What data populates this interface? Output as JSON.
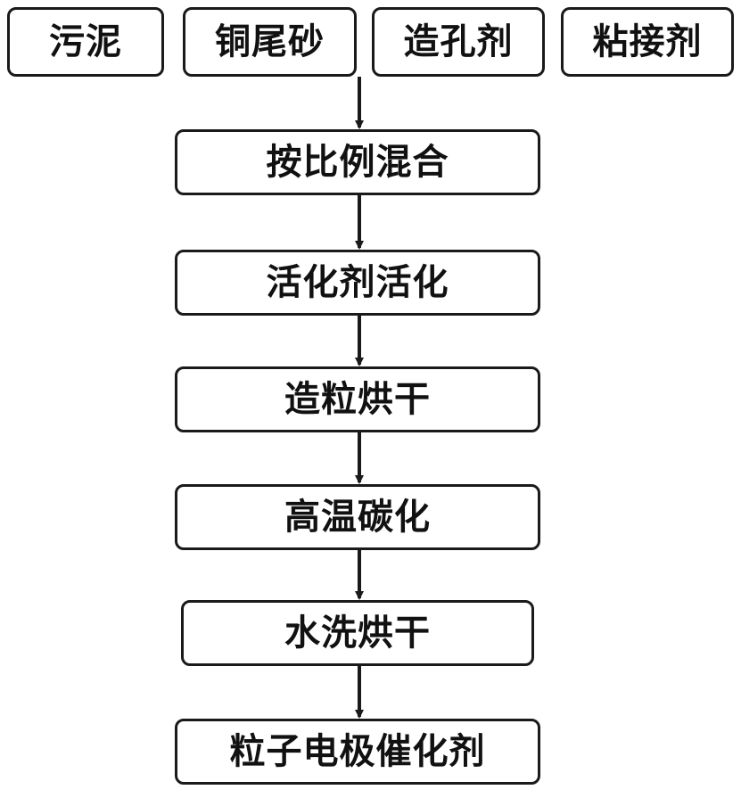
{
  "inputs": [
    {
      "label": "污泥"
    },
    {
      "label": "铜尾砂"
    },
    {
      "label": "造孔剂"
    },
    {
      "label": "粘接剂"
    }
  ],
  "steps": [
    {
      "label": "按比例混合"
    },
    {
      "label": "活化剂活化"
    },
    {
      "label": "造粒烘干"
    },
    {
      "label": "高温碳化"
    },
    {
      "label": "水洗烘干"
    },
    {
      "label": "粒子电极催化剂"
    }
  ],
  "colors": {
    "stroke": "#1a1a1a",
    "background": "#ffffff"
  }
}
